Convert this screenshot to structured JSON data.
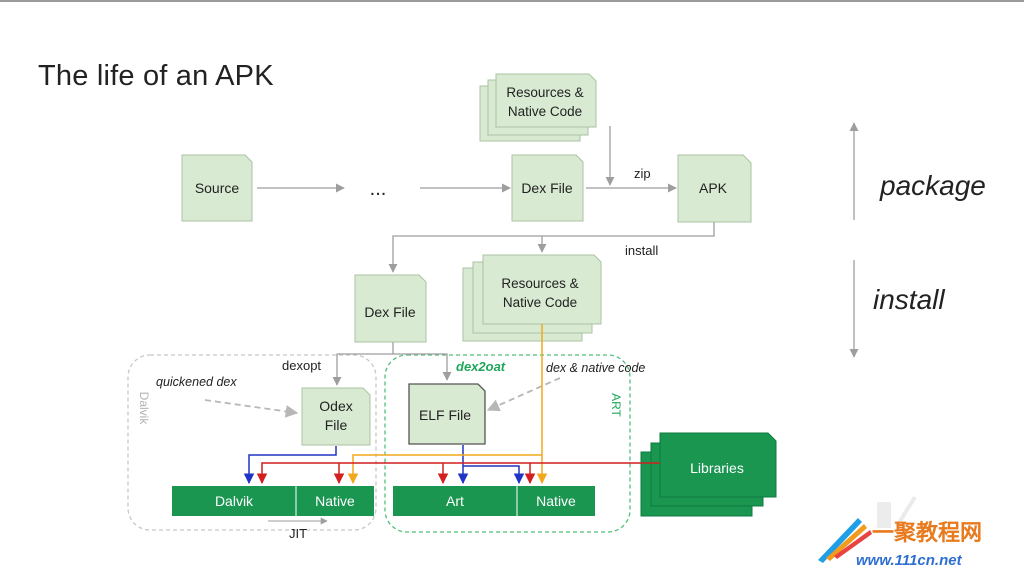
{
  "title": "The life of an APK",
  "colors": {
    "box_fill": "#d9ead3",
    "box_stroke": "#a9c3a1",
    "dark_green": "#1a9651",
    "arrow_gray": "#9e9e9e",
    "blue": "#1f35c4",
    "red": "#d21f1f",
    "orange": "#f2a81d",
    "dalvik_label": "#b3b3b3",
    "art_label": "#1fa65a"
  },
  "diagram": {
    "source": "Source",
    "ellipsis": "...",
    "dex_file_top": "Dex File",
    "resources_top": [
      "Resources &",
      "Native Code"
    ],
    "apk": "APK",
    "zip": "zip",
    "install_edge": "install",
    "dex_file_mid": "Dex File",
    "resources_mid": [
      "Resources &",
      "Native Code"
    ],
    "dexopt": "dexopt",
    "dex2oat": "dex2oat",
    "quickened_dex": "quickened dex",
    "dex_native_code": "dex & native code",
    "odex_file": [
      "Odex",
      "File"
    ],
    "elf_file": "ELF File",
    "dalvik_group": "Dalvik",
    "art_group": "ART",
    "bar_dalvik": "Dalvik",
    "bar_native_left": "Native",
    "bar_art": "Art",
    "bar_native_right": "Native",
    "libraries": "Libraries",
    "jit": "JIT",
    "package_label": "package",
    "install_label": "install"
  },
  "watermark": {
    "brand": "一聚教程网",
    "url": "www.111cn.net"
  }
}
